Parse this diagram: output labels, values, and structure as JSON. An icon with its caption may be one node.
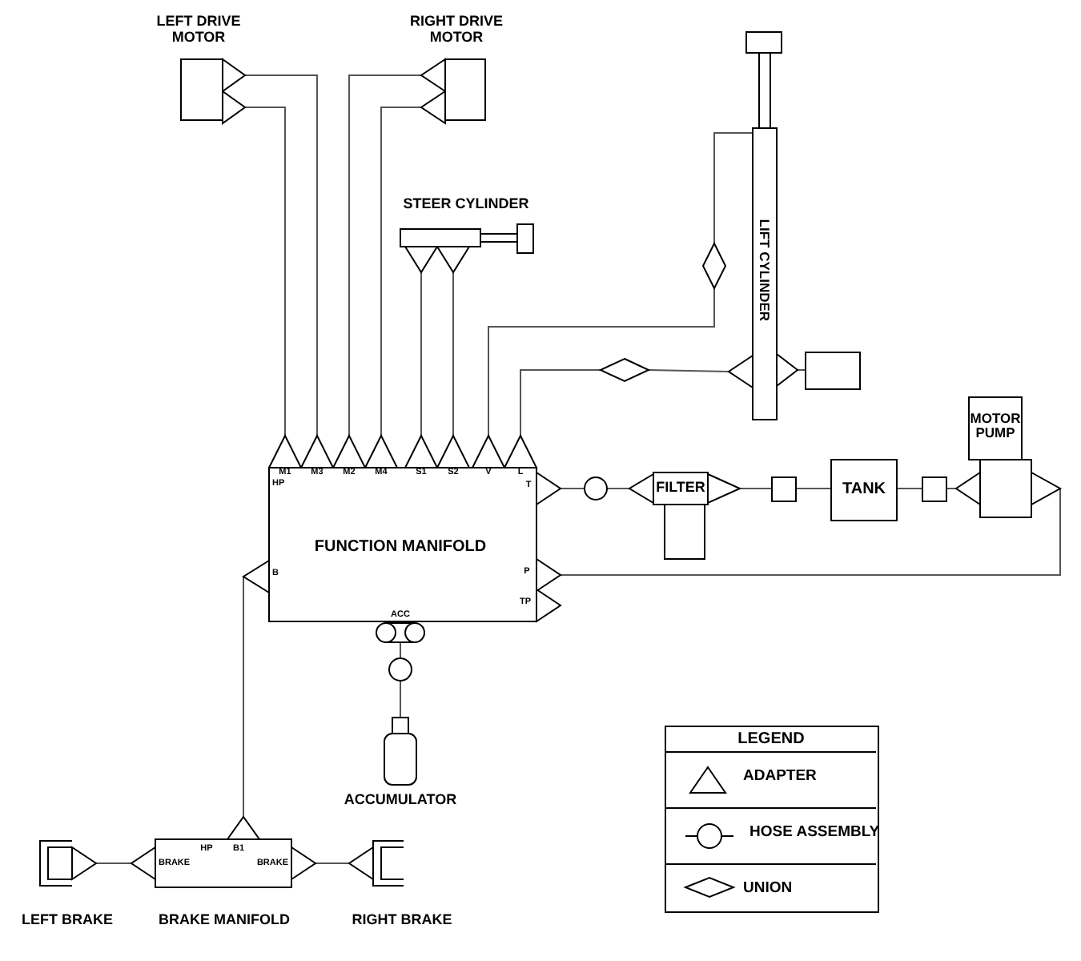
{
  "diagram": {
    "nodes": [
      {
        "text": [
          "LEFT DRIVE MOTOR"
        ]
      },
      {
        "text": [
          "RIGHT DRIVE MOTOR"
        ]
      },
      {
        "text": [
          "STEER CYLINDER"
        ]
      },
      {
        "text": [
          "LIFT CYLINDER"
        ]
      },
      {
        "text": [],
        "shape": "diamond"
      },
      {
        "text": [],
        "shape": "diamond"
      },
      {
        "text": [],
        "shape": "box"
      },
      {
        "text": [
          "M1",
          "M3",
          "M2",
          "M4",
          "S1",
          "S2",
          "V",
          "L",
          "HP",
          "T",
          "FUNCTION MANIFOLD",
          "B",
          "P",
          "TP",
          "ACC"
        ]
      },
      {
        "text": [],
        "shape": "circle"
      },
      {
        "text": [
          "FILTER"
        ]
      },
      {
        "text": [],
        "shape": "box"
      },
      {
        "text": [
          "TANK"
        ]
      },
      {
        "text": [],
        "shape": "box"
      },
      {
        "text": [
          "MOTOR PUMP"
        ]
      },
      {
        "text": [],
        "shape": "circle"
      },
      {
        "text": [
          "ACCUMULATOR"
        ]
      },
      {
        "text": [
          "LEFT BRAKE"
        ]
      },
      {
        "text": [
          "HP",
          "B1",
          "BRAKE",
          "BRAKE",
          "BRAKE MANIFOLD"
        ]
      },
      {
        "text": [
          "RIGHT BRAKE"
        ]
      }
    ],
    "edges": [
      {
        "from": 0,
        "to": 7,
        "arrow": "none"
      },
      {
        "from": 0,
        "to": 7,
        "arrow": "none"
      },
      {
        "from": 1,
        "to": 7,
        "arrow": "none"
      },
      {
        "from": 1,
        "to": 7,
        "arrow": "none"
      },
      {
        "from": 2,
        "to": 7,
        "arrow": "none"
      },
      {
        "from": 2,
        "to": 7,
        "arrow": "none"
      },
      {
        "from": 7,
        "to": 4,
        "arrow": "none"
      },
      {
        "from": 4,
        "to": 3,
        "arrow": "none"
      },
      {
        "from": 7,
        "to": 5,
        "arrow": "none"
      },
      {
        "from": 5,
        "to": 3,
        "arrow": "none"
      },
      {
        "from": 3,
        "to": 6,
        "arrow": "none"
      },
      {
        "from": 7,
        "to": 8,
        "arrow": "none"
      },
      {
        "from": 8,
        "to": 9,
        "arrow": "none"
      },
      {
        "from": 9,
        "to": 10,
        "arrow": "none"
      },
      {
        "from": 10,
        "to": 11,
        "arrow": "none"
      },
      {
        "from": 11,
        "to": 12,
        "arrow": "none"
      },
      {
        "from": 12,
        "to": 13,
        "arrow": "none"
      },
      {
        "from": 13,
        "to": 7,
        "arrow": "none"
      },
      {
        "from": 7,
        "to": 17,
        "arrow": "none"
      },
      {
        "from": 7,
        "to": 14,
        "arrow": "none"
      },
      {
        "from": 14,
        "to": 15,
        "arrow": "none"
      },
      {
        "from": 17,
        "to": 16,
        "arrow": "none"
      },
      {
        "from": 17,
        "to": 18,
        "arrow": "none"
      }
    ],
    "labels": [
      "LEGEND"
    ],
    "legend": [
      {
        "text": "ADAPTER"
      },
      {
        "text": "HOSE ASSEMBLY"
      },
      {
        "text": "UNION"
      }
    ]
  }
}
